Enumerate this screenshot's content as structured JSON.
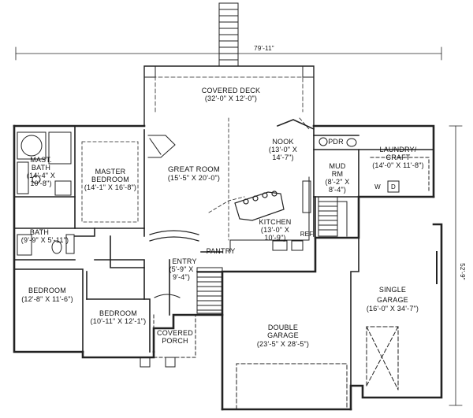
{
  "dimensions": {
    "overall_width": "79'-11\"",
    "overall_depth": "52'-9\""
  },
  "rooms": {
    "covered_deck": {
      "name": "COVERED DECK",
      "size": "(32'-0\" X 12'-0\")"
    },
    "nook": {
      "name": "NOOK",
      "size_line1": "(13'-0\" X",
      "size_line2": "14'-7\")"
    },
    "laundry": {
      "name_line1": "LAUNDRY/",
      "name_line2": "CRAFT",
      "size": "(14'-0\" X 11'-8\")"
    },
    "mud_rm": {
      "name_line1": "MUD",
      "name_line2": "RM",
      "size_line1": "(8'-2\" X",
      "size_line2": "8'-4\")"
    },
    "pdr": {
      "name": "PDR"
    },
    "mast_bath": {
      "name_line1": "MAST.",
      "name_line2": "BATH",
      "size_line1": "(14'-4\" X",
      "size_line2": "10'-8\")"
    },
    "master_bedroom": {
      "name_line1": "MASTER",
      "name_line2": "BEDROOM",
      "size": "(14'-1\" X 16'-8\")"
    },
    "great_room": {
      "name": "GREAT ROOM",
      "size": "(15'-5\" X 20'-0\")"
    },
    "kitchen": {
      "name": "KITCHEN",
      "size_line1": "(13'-0\" X",
      "size_line2": "10'-9\")"
    },
    "bath": {
      "name": "BATH",
      "size": "(9'-9\" X 5'-11\")"
    },
    "pantry": {
      "name": "PANTRY"
    },
    "entry": {
      "name": "ENTRY",
      "size_line1": "(5'-9\" X",
      "size_line2": "9'-4\")"
    },
    "bedroom1": {
      "name": "BEDROOM",
      "size": "(12'-8\" X 11'-6\")"
    },
    "bedroom2": {
      "name": "BEDROOM",
      "size": "(10'-11\" X 12'-1\")"
    },
    "covered_porch": {
      "name_line1": "COVERED",
      "name_line2": "PORCH"
    },
    "double_garage": {
      "name_line1": "DOUBLE",
      "name_line2": "GARAGE",
      "size": "(23'-5\" X 28'-5\")"
    },
    "single_garage": {
      "name_line1": "SINGLE",
      "name_line2": "GARAGE",
      "size": "(16'-0\" X 34'-7\")"
    }
  },
  "appliances": {
    "refrigerator": "REF",
    "washer": "W",
    "dryer": "D"
  }
}
